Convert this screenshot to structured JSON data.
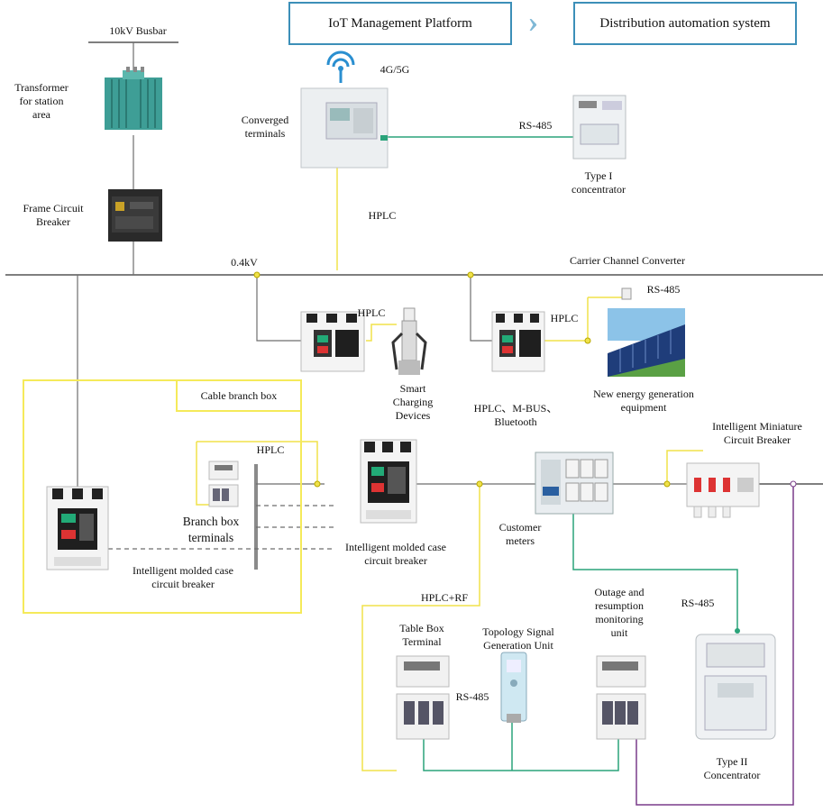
{
  "header": {
    "iot_platform": "IoT Management Platform",
    "distribution_system": "Distribution automation system"
  },
  "labels": {
    "busbar": "10kV Busbar",
    "transformer": "Transformer\nfor station\narea",
    "frame_breaker": "Frame Circuit\nBreaker",
    "converged_terminals": "Converged\nterminals",
    "wireless": "4G/5G",
    "rs485_top": "RS-485",
    "type1": "Type I\nconcentrator",
    "hplc_converged": "HPLC",
    "kv04": "0.4kV",
    "carrier_converter": "Carrier Channel Converter",
    "hplc_charging": "HPLC",
    "charging": "Smart\nCharging\nDevices",
    "hplc_solar": "HPLC",
    "rs485_solar": "RS-485",
    "new_energy": "New energy generation\nequipment",
    "hplc_mbus": "HPLC、M-BUS、\nBluetooth",
    "cable_branch_box": "Cable branch box",
    "hplc_branch": "HPLC",
    "branch_terminals": "Branch box\nterminals",
    "mccb_left": "Intelligent molded case\ncircuit breaker",
    "mccb_mid": "Intelligent molded case\ncircuit breaker",
    "customer_meters": "Customer\nmeters",
    "mcb": "Intelligent Miniature\nCircuit Breaker",
    "hplc_rf": "HPLC+RF",
    "table_box": "Table Box\nTerminal",
    "topology": "Topology Signal\nGeneration Unit",
    "rs485_bottom": "RS-485",
    "outage": "Outage and\nresumption\nmonitoring\nunit",
    "rs485_right": "RS-485",
    "type2": "Type II\nConcentrator"
  },
  "colors": {
    "box_border": "#3c8fb8",
    "chevron": "#7fb8d6",
    "line_gray": "#6e6e6e",
    "line_yellow": "#f0e24a",
    "line_green": "#2aa37a",
    "line_purple": "#7a3c8a",
    "transformer": "#3e9e96",
    "meter_body": "#e9edf0"
  },
  "icons": {
    "wireless": "wifi-signal-icon",
    "chevrons": "double-chevron-right-icon"
  }
}
